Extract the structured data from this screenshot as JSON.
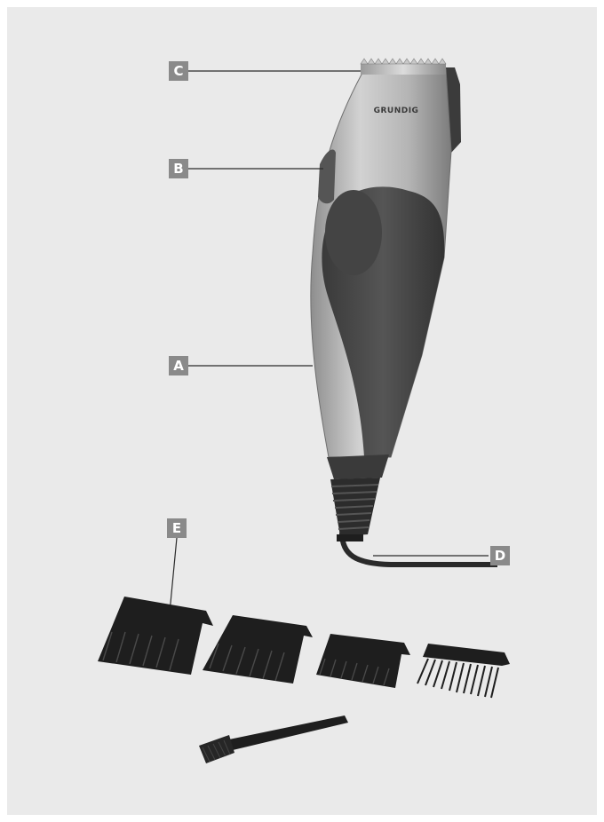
{
  "brand": "GRUNDIG",
  "callouts": {
    "a": "A",
    "b": "B",
    "c": "C",
    "d": "D",
    "e": "E"
  },
  "colors": {
    "panel": "#eaeaea",
    "callout": "#8a8a8a",
    "silver": "#b8b8b8",
    "grip": "#4a4a4a",
    "comb": "#1e1e1e"
  }
}
